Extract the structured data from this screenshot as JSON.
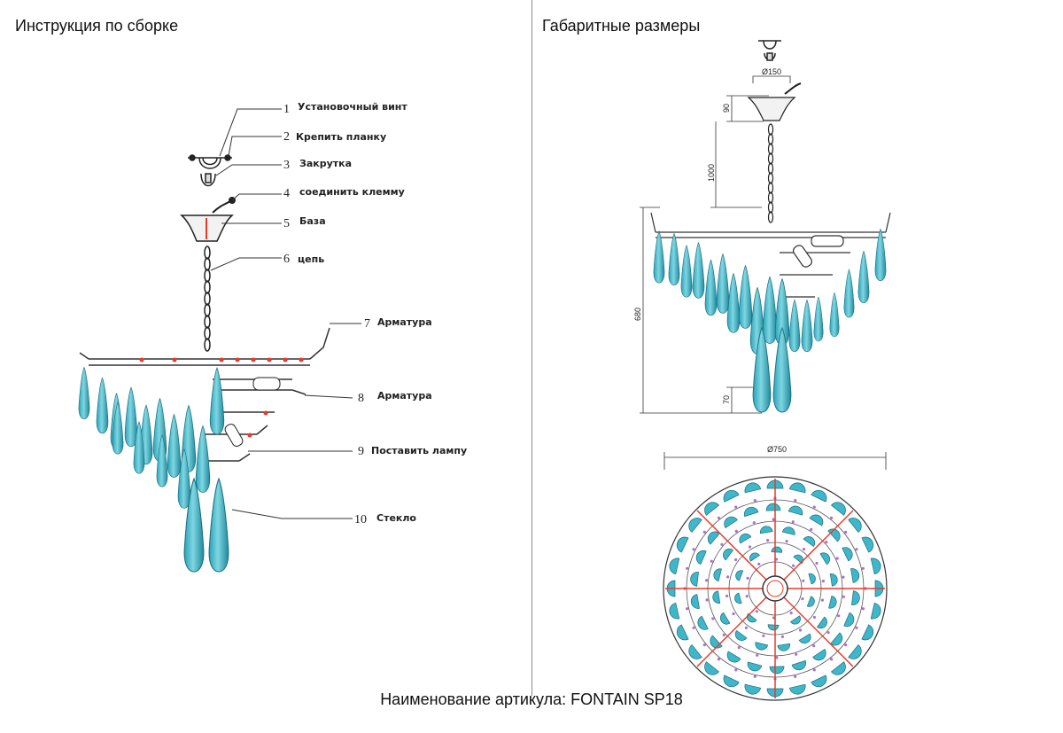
{
  "panels": {
    "left_title": "Инструкция по сборке",
    "right_title": "Габаритные размеры"
  },
  "callouts": [
    {
      "num": "1",
      "text": "Установочный винт"
    },
    {
      "num": "2",
      "text": "Крепить планку"
    },
    {
      "num": "3",
      "text": "Закрутка"
    },
    {
      "num": "4",
      "text": "соединить клемму"
    },
    {
      "num": "5",
      "text": "База"
    },
    {
      "num": "6",
      "text": "цепь"
    },
    {
      "num": "7",
      "text": "Арматура"
    },
    {
      "num": "8",
      "text": "Арматура"
    },
    {
      "num": "9",
      "text": "Поставить лампу"
    },
    {
      "num": "10",
      "text": "Стекло"
    }
  ],
  "dimensions": {
    "base_diameter": "Ø150",
    "base_height": "90",
    "chain_length": "1000",
    "body_height": "680",
    "drop_height": "70",
    "overall_diameter": "Ø750"
  },
  "footer": "Наименование артикула: FONTAIN SP18",
  "colors": {
    "glass": "#3fb6c9",
    "glass_dark": "#1f8a9c",
    "metal": "#333333",
    "accent_red": "#e53b2c",
    "accent_purple": "#b06fc8"
  }
}
